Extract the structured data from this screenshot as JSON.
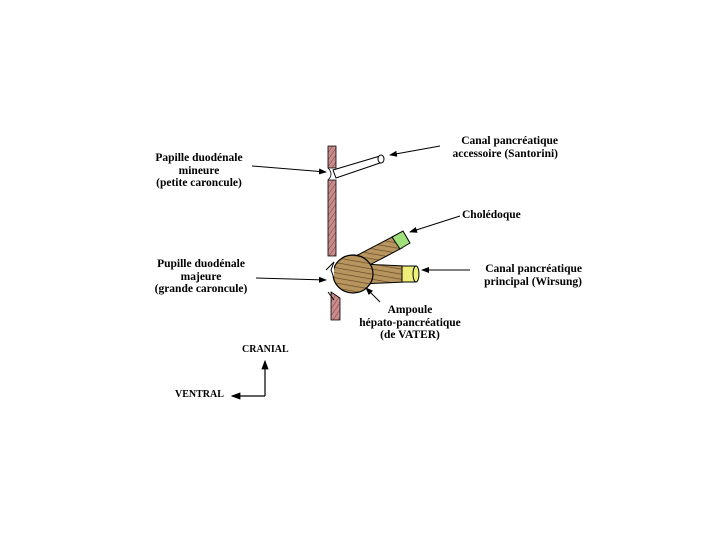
{
  "labels": {
    "papille_mineure": [
      "Papille duodénale",
      "mineure",
      "(petite caroncule)"
    ],
    "papille_majeure": [
      "Pupille duodénale",
      "majeure",
      "(grande caroncule)"
    ],
    "santorini": [
      "Canal pancréatique",
      "accessoire (Santorini)"
    ],
    "choledoque": [
      "Cholédoque"
    ],
    "wirsung": [
      "Canal pancréatique",
      "principal (Wirsung)"
    ],
    "ampoule": [
      "Ampoule",
      "hépato-pancréatique",
      "(de VATER)"
    ]
  },
  "orientation": {
    "cranial": "CRANIAL",
    "ventral": "VENTRAL"
  },
  "colors": {
    "duodenal_wall": "#c98c8c",
    "ampulla": "#b8955e",
    "choledoque_tip": "#9fe07a",
    "wirsung_tip": "#eef07a",
    "outline": "#000000"
  }
}
